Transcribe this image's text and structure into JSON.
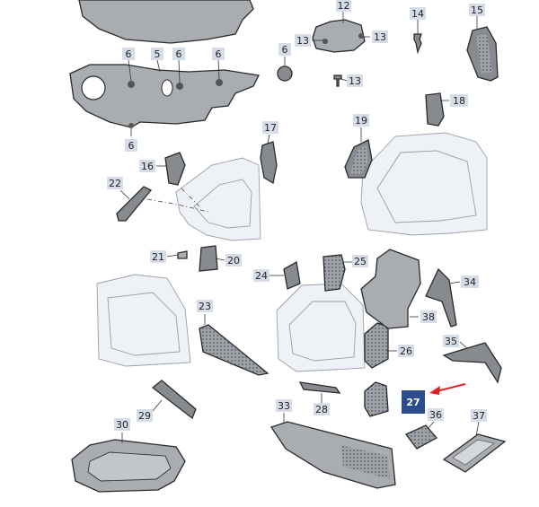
{
  "diagram": {
    "callouts": [
      {
        "id": "c12",
        "label": "12"
      },
      {
        "id": "c13a",
        "label": "13"
      },
      {
        "id": "c13b",
        "label": "13"
      },
      {
        "id": "c13c",
        "label": "13"
      },
      {
        "id": "c14",
        "label": "14"
      },
      {
        "id": "c15",
        "label": "15"
      },
      {
        "id": "c6a",
        "label": "6"
      },
      {
        "id": "c6b",
        "label": "6"
      },
      {
        "id": "c6c",
        "label": "6"
      },
      {
        "id": "c6d",
        "label": "6"
      },
      {
        "id": "c6e",
        "label": "6"
      },
      {
        "id": "c5",
        "label": "5"
      },
      {
        "id": "c16",
        "label": "16"
      },
      {
        "id": "c17",
        "label": "17"
      },
      {
        "id": "c18",
        "label": "18"
      },
      {
        "id": "c19",
        "label": "19"
      },
      {
        "id": "c20",
        "label": "20"
      },
      {
        "id": "c21",
        "label": "21"
      },
      {
        "id": "c22",
        "label": "22"
      },
      {
        "id": "c23",
        "label": "23"
      },
      {
        "id": "c24",
        "label": "24"
      },
      {
        "id": "c25",
        "label": "25"
      },
      {
        "id": "c26",
        "label": "26"
      },
      {
        "id": "c27",
        "label": "27"
      },
      {
        "id": "c28",
        "label": "28"
      },
      {
        "id": "c29",
        "label": "29"
      },
      {
        "id": "c30",
        "label": "30"
      },
      {
        "id": "c33",
        "label": "33"
      },
      {
        "id": "c34",
        "label": "34"
      },
      {
        "id": "c35",
        "label": "35"
      },
      {
        "id": "c36",
        "label": "36"
      },
      {
        "id": "c37",
        "label": "37"
      },
      {
        "id": "c38",
        "label": "38"
      }
    ],
    "highlight_color": "#2b4d8f",
    "arrow_color": "#e02020",
    "tag_color": "#d6dde8"
  }
}
